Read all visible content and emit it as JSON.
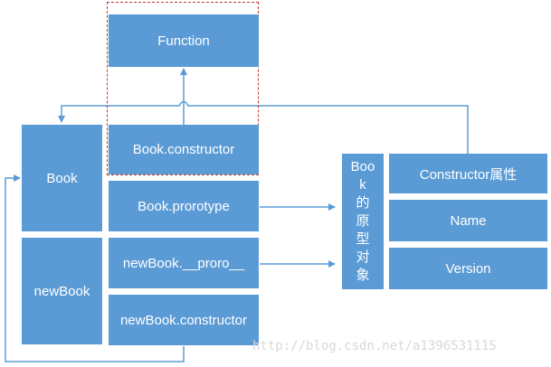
{
  "diagram": {
    "nodes": {
      "function": "Function",
      "book": "Book",
      "new_book": "newBook",
      "book_constructor": "Book.constructor",
      "book_prototype": "Book.prorotype",
      "new_book_proto": "newBook.__proro__",
      "new_book_constructor": "newBook.constructor",
      "prototype_object_chars": [
        "Boo",
        "k",
        "的",
        "原",
        "型",
        "对",
        "象"
      ],
      "constructor_attr": "Constructor属性",
      "name": "Name",
      "version": "Version"
    },
    "watermark": "http://blog.csdn.net/a1396531115"
  },
  "colors": {
    "box_fill": "#5b9bd5",
    "box_text": "#ffffff",
    "connector": "#5b9bd5",
    "highlight_frame": "#c0392b"
  }
}
